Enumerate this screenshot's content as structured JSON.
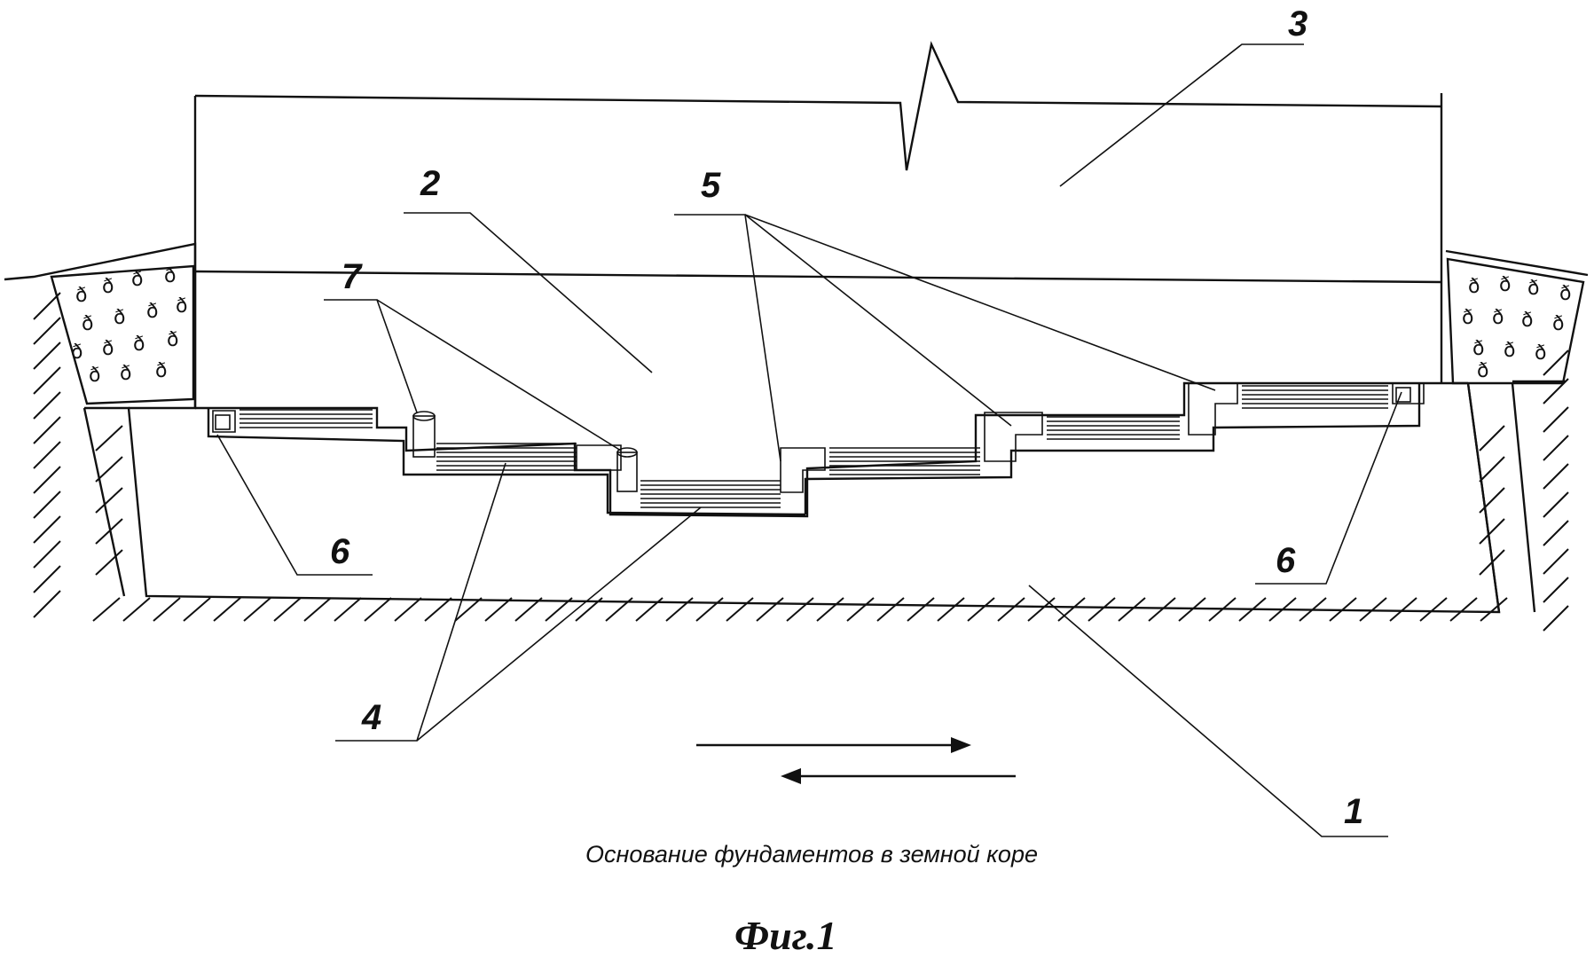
{
  "labels": {
    "l1": "1",
    "l2": "2",
    "l3": "3",
    "l4": "4",
    "l5": "5",
    "l6a": "6",
    "l6b": "6",
    "l7": "7"
  },
  "caption": "Основание фундаментов в земной коре",
  "figure_label": "Фиг.1",
  "gravel_glyph": "ð",
  "colors": {
    "ink": "#111111",
    "background": "#ffffff"
  }
}
